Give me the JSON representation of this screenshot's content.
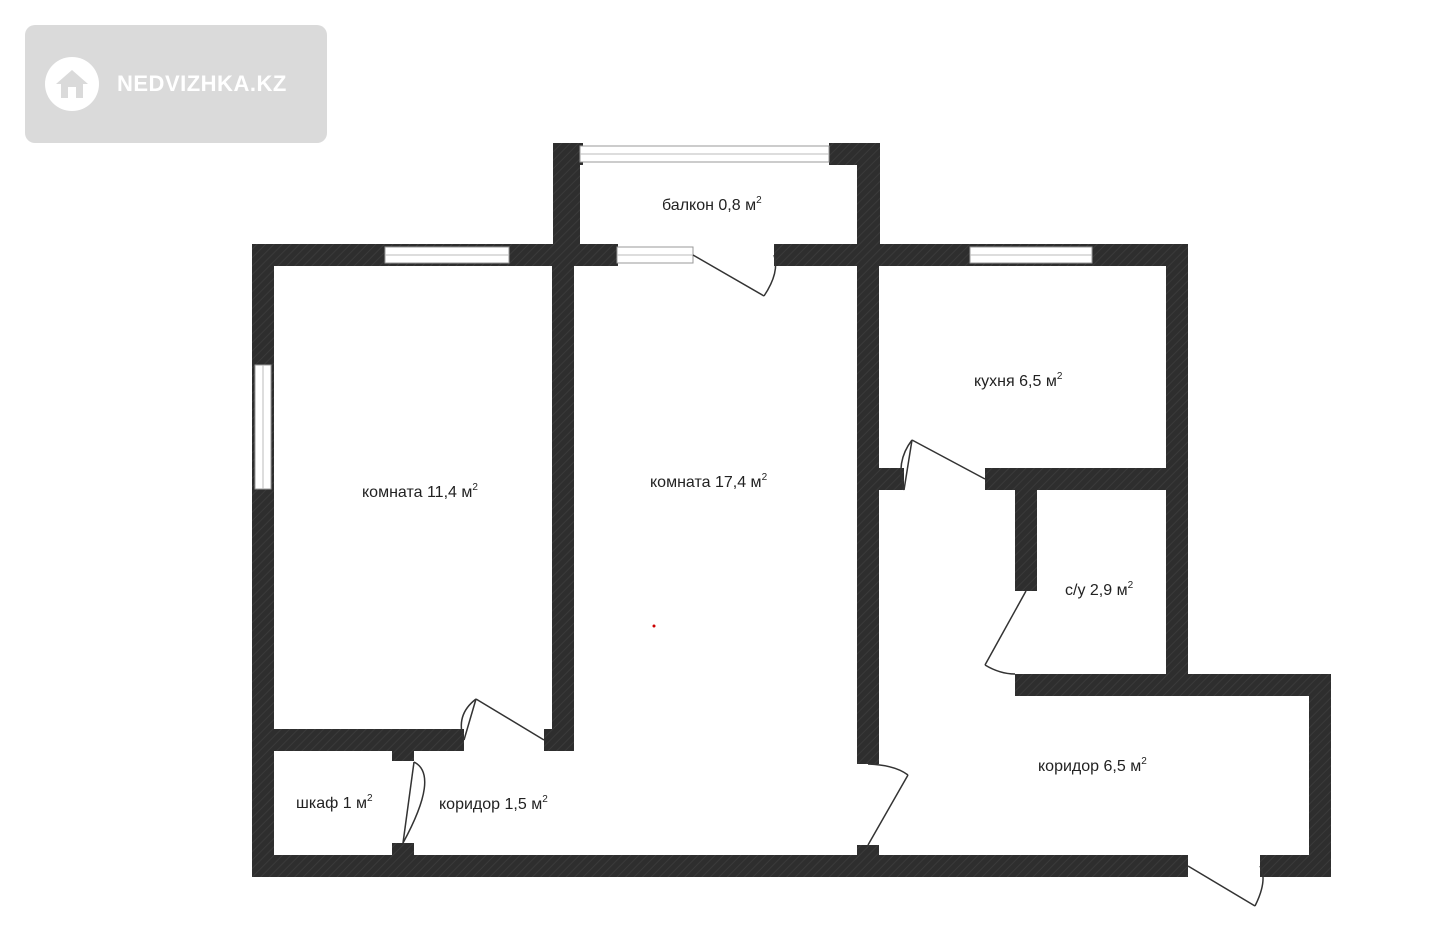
{
  "watermark": {
    "brand": "NEDVIZHKA.KZ",
    "icon": "house-icon"
  },
  "colors": {
    "wall": "#2e2e2e",
    "window": "#ffffff",
    "door_line": "#333333",
    "background": "#ffffff"
  },
  "rooms": [
    {
      "id": "balcony",
      "name": "балкон",
      "area": "0,8 м",
      "sup": "2"
    },
    {
      "id": "room-small",
      "name": "комната",
      "area": "11,4 м",
      "sup": "2"
    },
    {
      "id": "room-large",
      "name": "комната",
      "area": "17,4 м",
      "sup": "2"
    },
    {
      "id": "kitchen",
      "name": "кухня",
      "area": "6,5 м",
      "sup": "2"
    },
    {
      "id": "bathroom",
      "name": "с/у",
      "area": "2,9 м",
      "sup": "2"
    },
    {
      "id": "wardrobe",
      "name": "шкаф",
      "area": "1 м",
      "sup": "2"
    },
    {
      "id": "corridor-small",
      "name": "коридор",
      "area": "1,5 м",
      "sup": "2"
    },
    {
      "id": "corridor-large",
      "name": "коридор",
      "area": "6,5 м",
      "sup": "2"
    }
  ]
}
